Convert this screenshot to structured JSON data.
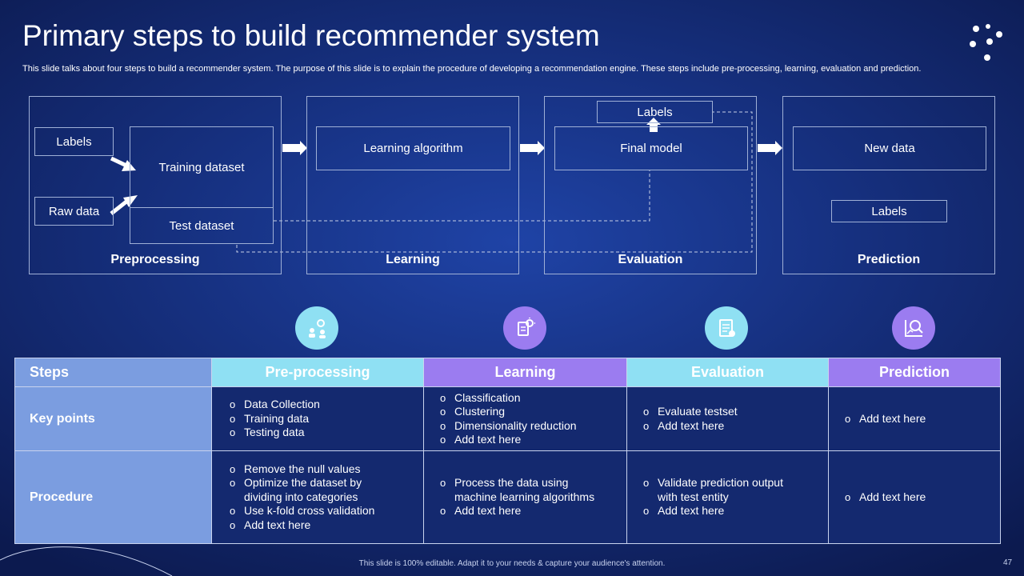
{
  "title": "Primary steps to build recommender system",
  "subtitle": "This slide talks about four steps to build a recommender system. The purpose of this slide is to explain the procedure of developing a recommendation engine. These steps include pre-processing, learning, evaluation and prediction.",
  "diagram": {
    "preprocessing": {
      "stage": "Preprocessing",
      "labels": "Labels",
      "raw_data": "Raw data",
      "training": "Training dataset",
      "test": "Test  dataset"
    },
    "learning": {
      "stage": "Learning",
      "algorithm": "Learning algorithm"
    },
    "evaluation": {
      "stage": "Evaluation",
      "labels": "Labels",
      "final_model": "Final model"
    },
    "prediction": {
      "stage": "Prediction",
      "new_data": "New data",
      "labels": "Labels"
    }
  },
  "icons": [
    "team-gear-icon",
    "idea-book-icon",
    "checklist-icon",
    "chart-analysis-icon"
  ],
  "colors": {
    "teal": "#8fe0f3",
    "purple": "#9b7cf0",
    "rowhead": "#7b9de0",
    "cell": "#14296f"
  },
  "table": {
    "headers": [
      "Steps",
      "Pre-processing",
      "Learning",
      "Evaluation",
      "Prediction"
    ],
    "rows": [
      {
        "label": "Key points",
        "cells": [
          [
            "Data Collection",
            "Training data",
            "Testing data"
          ],
          [
            "Classification",
            "Clustering",
            "Dimensionality reduction",
            "Add text here"
          ],
          [
            "Evaluate testset",
            "Add text here"
          ],
          [
            "Add text here"
          ]
        ]
      },
      {
        "label": "Procedure",
        "cells": [
          [
            "Remove the null values",
            "Optimize the dataset by dividing into categories",
            "Use k-fold cross validation",
            "Add text here"
          ],
          [
            "Process the data using machine learning algorithms",
            "Add text here"
          ],
          [
            "Validate prediction output with test entity",
            "Add text here"
          ],
          [
            "Add text here"
          ]
        ]
      }
    ]
  },
  "footer": "This slide is 100% editable. Adapt it to your needs & capture your audience's attention.",
  "page_number": "47"
}
